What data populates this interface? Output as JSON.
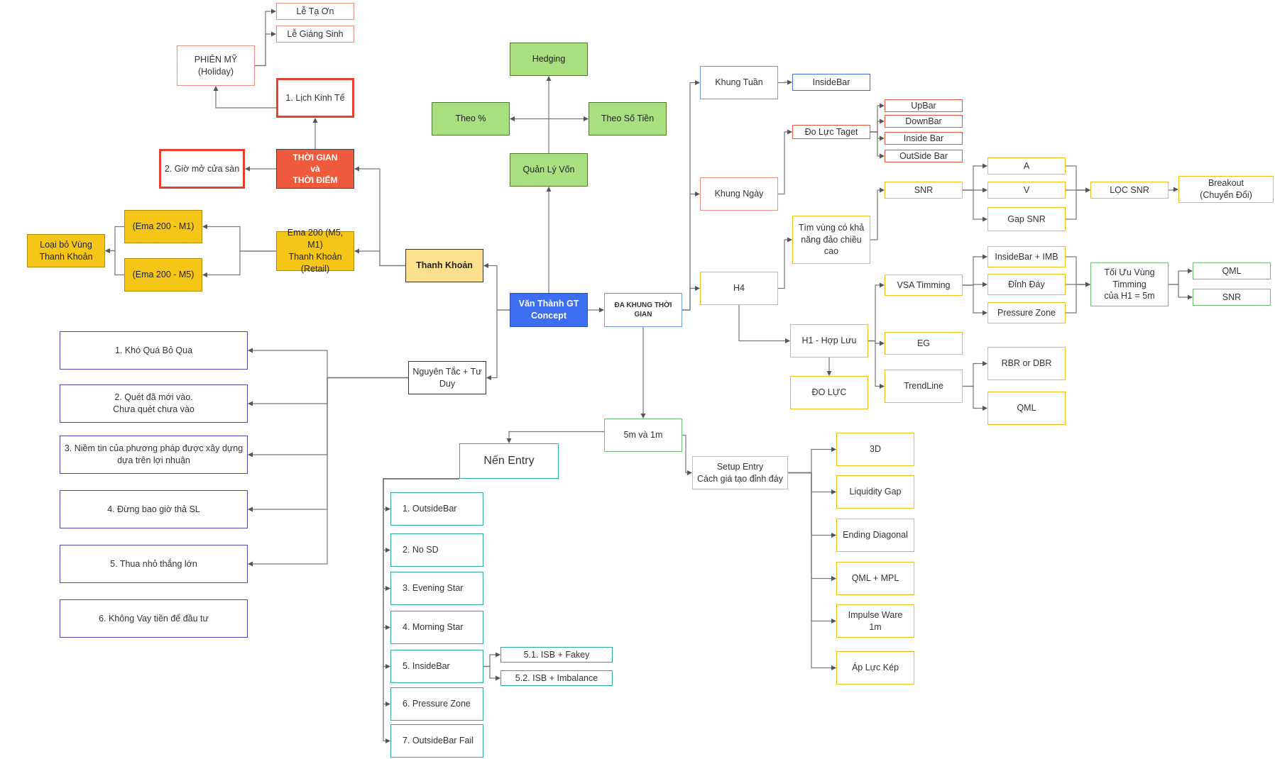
{
  "center": "Văn Thành GT\nConcept",
  "von": {
    "quan_ly_von": "Quản Lý Vốn",
    "hedging": "Hedging",
    "theo_pct": "Theo %",
    "theo_so_tien": "Theo Số Tiền"
  },
  "thanh_khoan": {
    "root": "Thanh Khoản",
    "thoi_gian": "THỜI GIAN\nvà\nTHỜI ĐIỂM",
    "gio_mo_cua": "2. Giờ mở cửa sàn",
    "lich_kinh_te": "1. Lịch Kinh Tế",
    "phien_my": "PHIÊN MỸ\n(Holiday)",
    "le_ta_on": "Lễ Tạ Ơn",
    "le_giang_sinh": "Lễ Giáng Sinh",
    "ema200": "Ema 200 (M5, M1)\nThanh Khoản\n(Retail)",
    "ema_m1": "(Ema 200 - M1)",
    "ema_m5": "(Ema 200 - M5)",
    "loai_bo": "Loại bỏ Vùng\nThanh Khoản"
  },
  "nguyen_tac": {
    "root": "Nguyên Tắc + Tư\nDuy",
    "items": [
      "1. Khó Quá Bỏ Qua",
      "2. Quét đã mới vào.\nChưa quét chưa vào",
      "3. Niềm tin của phương pháp được xây dựng\ndựa trên lợi nhuận",
      "4. Đừng bao giờ thả SL",
      "5. Thua nhỏ thắng lớn",
      "6. Không Vay tiền để đầu tư"
    ]
  },
  "da_khung": {
    "root": "ĐA KHUNG THỜI GIAN",
    "khung_tuan": "Khung Tuần",
    "insidebar_tuan": "InsideBar",
    "khung_ngay": "Khung Ngày",
    "do_luc_taget": "Đo Lực Taget",
    "upbar": "UpBar",
    "downbar": "DownBar",
    "inside_bar": "Inside Bar",
    "outside_bar": "OutSide Bar",
    "h4": "H4",
    "tim_vung": "Tìm vùng có khả\nnăng đảo chiều\ncao",
    "snr": "SNR",
    "a": "A",
    "v": "V",
    "gap_snr": "Gap SNR",
    "loc_snr": "LỌC SNR",
    "breakout": "Breakout\n(Chuyển Đổi)",
    "h1": "H1 - Hợp Lưu",
    "do_luc": "ĐO LỰC",
    "vsa": "VSA Timming",
    "insidebar_imb": "InsideBar + IMB",
    "dinh_day": "Đỉnh Đáy",
    "pressure_zone": "Pressure Zone",
    "toi_uu": "Tối Ưu Vùng\nTimming\ncủa H1 = 5m",
    "qml_top": "QML",
    "snr_right": "SNR",
    "eg": "EG",
    "trendline": "TrendLine",
    "rbr": "RBR or DBR",
    "qml": "QML"
  },
  "m5": {
    "root": "5m và 1m",
    "nen_entry": "Nến Entry",
    "entries": [
      "1. OutsideBar",
      "2. No SD",
      "3. Evening Star",
      "4. Morning Star",
      "5. InsideBar",
      "6. Pressure Zone",
      "7. OutsideBar Fail"
    ],
    "isb_fakey": "5.1. ISB + Fakey",
    "isb_imbalance": "5.2. ISB + Imbalance",
    "setup_entry": "Setup Entry\nCách giá tạo đỉnh đáy",
    "setups": [
      "3D",
      "Liquidity Gap",
      "Ending Diagonal",
      "QML + MPL",
      "Impulse Ware\n1m",
      "Áp Lực Kép"
    ]
  }
}
